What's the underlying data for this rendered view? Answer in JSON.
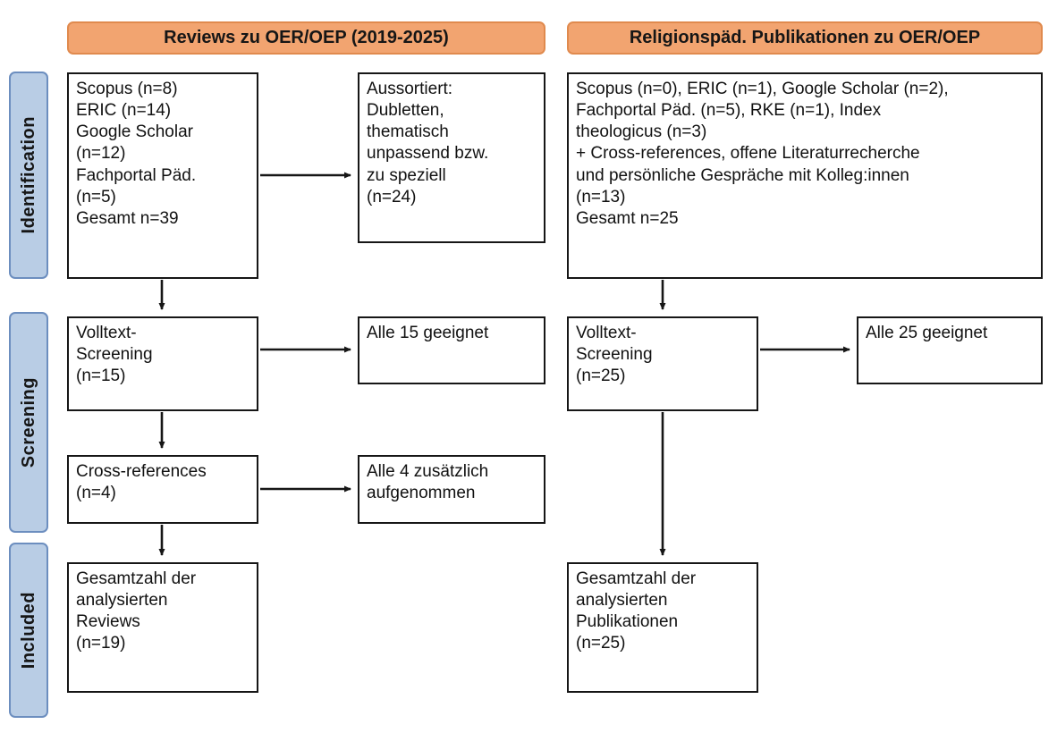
{
  "headers": {
    "left": "Reviews zu OER/OEP (2019-2025)",
    "right": "Religionspäd. Publikationen zu OER/OEP"
  },
  "stages": {
    "identification": "Identification",
    "screening": "Screening",
    "included": "Included"
  },
  "left_flow": {
    "sources": "Scopus (n=8)\nERIC (n=14)\nGoogle Scholar\n(n=12)\nFachportal Päd.\n(n=5)\nGesamt n=39",
    "excluded": "Aussortiert:\nDubletten,\nthematisch\nunpassend bzw.\nzu speziell\n(n=24)",
    "fulltext": "Volltext-\nScreening\n(n=15)",
    "fulltext_result": "Alle 15 geeignet",
    "crossref": "Cross-references\n(n=4)",
    "crossref_result": "Alle 4 zusätzlich\naufgenommen",
    "total": "Gesamtzahl der\nanalysierten\nReviews\n(n=19)"
  },
  "right_flow": {
    "sources": "Scopus (n=0), ERIC (n=1), Google Scholar (n=2),\nFachportal Päd. (n=5), RKE (n=1), Index\ntheologicus (n=3)\n+ Cross-references, offene Literaturrecherche\nund persönliche Gespräche mit Kolleg:innen\n(n=13)\nGesamt n=25",
    "fulltext": "Volltext-\nScreening\n(n=25)",
    "fulltext_result": "Alle 25 geeignet",
    "total": "Gesamtzahl der\nanalysierten\nPublikationen\n(n=25)"
  },
  "colors": {
    "header_fill": "#F2A470",
    "header_border": "#E08A4E",
    "stage_fill": "#B9CDE5",
    "stage_border": "#6C8EBF",
    "box_border": "#161616"
  }
}
